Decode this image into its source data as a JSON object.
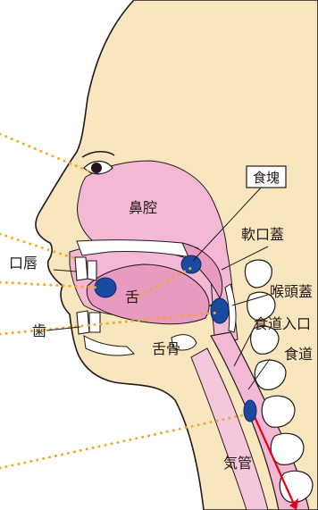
{
  "labels": {
    "bolus": "食塊",
    "nasal_cavity": "鼻腔",
    "soft_palate": "軟口蓋",
    "lips": "口唇",
    "tongue": "舌",
    "epiglottis": "喉頭蓋",
    "teeth": "歯",
    "hyoid": "舌骨",
    "esophagus_entrance": "食道入口",
    "esophagus": "食道",
    "trachea": "気管"
  },
  "colors": {
    "skin": "#f8e6bf",
    "cavity": "#f2b8d4",
    "dot": "#f0a928",
    "bolus": "#1a4aa0",
    "bone": "#ffffff",
    "arrow": "#e60012"
  }
}
